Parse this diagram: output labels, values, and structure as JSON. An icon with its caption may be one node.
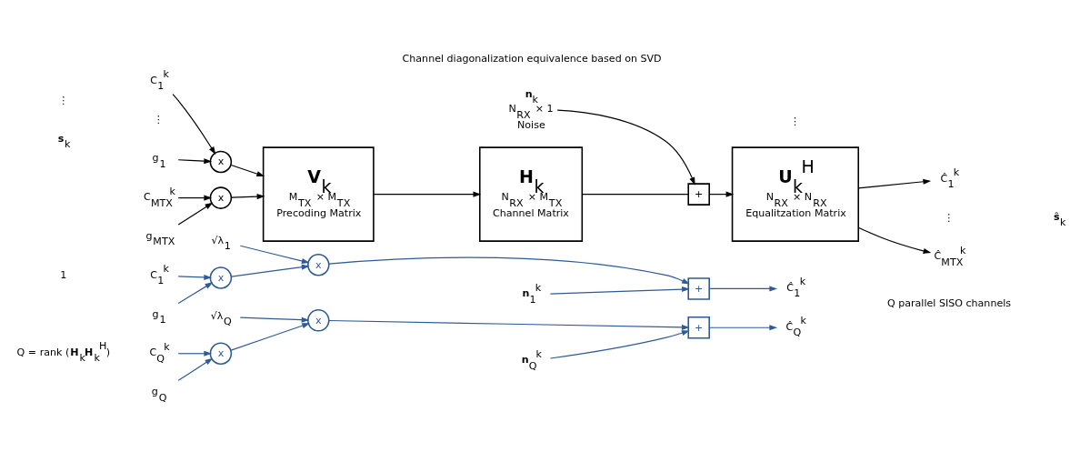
{
  "diagram": {
    "nodes": [
      {
        "text": [
          "C$_{1}$$^{k}$"
        ]
      },
      {
        "text": [
          "x"
        ]
      },
      {
        "text": [
          "g$_{1}$"
        ]
      },
      {
        "text": [
          "C$_{MTX}$$^{k}$"
        ]
      },
      {
        "text": [
          "x"
        ]
      },
      {
        "text": [
          "g$_{MTX}$"
        ]
      },
      {
        "text": [
          "**V**$_{k}$",
          "M$_{TX}$ × M$_{TX}$",
          "Precoding Matrix"
        ]
      },
      {
        "text": [
          "**H**$_{k}$",
          "N$_{RX}$ × M$_{TX}$",
          "Channel Matrix"
        ]
      },
      {
        "text": [
          "+"
        ]
      },
      {
        "text": [
          "**n**$_{k}$",
          "N$_{RX}$ × 1",
          "Noise"
        ]
      },
      {
        "text": [
          "**U**$_{k}$$^{H}$",
          "N$_{RX}$ × N$_{RX}$",
          "Equalitzation Matrix"
        ]
      },
      {
        "text": [
          "Ĉ$_{1}$$^{k}$"
        ]
      },
      {
        "text": [
          "Ĉ$_{MTX}$$^{k}$"
        ]
      },
      {
        "text": [
          "C$_{1}$$^{k}$"
        ]
      },
      {
        "text": [
          "x"
        ]
      },
      {
        "text": [
          "g$_{1}$"
        ]
      },
      {
        "text": [
          "x"
        ]
      },
      {
        "text": [
          "√λ$_{1}$"
        ]
      },
      {
        "text": [
          "+"
        ]
      },
      {
        "text": [
          "**n**$_{1}$$^{k}$"
        ]
      },
      {
        "text": [
          "Ĉ$_{1}$$^{k}$"
        ]
      },
      {
        "text": [
          "C$_{Q}$$^{k}$"
        ]
      },
      {
        "text": [
          "x"
        ]
      },
      {
        "text": [
          "g$_{Q}$"
        ]
      },
      {
        "text": [
          "x"
        ]
      },
      {
        "text": [
          "√λ$_{Q}$"
        ]
      },
      {
        "text": [
          "+"
        ]
      },
      {
        "text": [
          "**n**$_{Q}$$^{k}$"
        ]
      },
      {
        "text": [
          "Ĉ$_{Q}$$^{k}$"
        ]
      }
    ],
    "edges": [
      {
        "from": 0,
        "to": 1,
        "arrow": "to",
        "color": "#000000"
      },
      {
        "from": 2,
        "to": 1,
        "arrow": "to",
        "color": "#000000"
      },
      {
        "from": 1,
        "to": 6,
        "arrow": "to",
        "color": "#000000"
      },
      {
        "from": 3,
        "to": 4,
        "arrow": "to",
        "color": "#000000"
      },
      {
        "from": 5,
        "to": 4,
        "arrow": "to",
        "color": "#000000"
      },
      {
        "from": 4,
        "to": 6,
        "arrow": "to",
        "color": "#000000"
      },
      {
        "from": 6,
        "to": 7,
        "arrow": "to",
        "color": "#000000"
      },
      {
        "from": 7,
        "to": 8,
        "arrow": "none",
        "color": "#000000"
      },
      {
        "from": 9,
        "to": 8,
        "arrow": "to",
        "color": "#000000"
      },
      {
        "from": 8,
        "to": 10,
        "arrow": "to",
        "color": "#000000"
      },
      {
        "from": 10,
        "to": 11,
        "arrow": "to",
        "color": "#000000"
      },
      {
        "from": 10,
        "to": 12,
        "arrow": "to",
        "color": "#000000"
      },
      {
        "from": 13,
        "to": 14,
        "arrow": "to"
      },
      {
        "from": 15,
        "to": 14,
        "arrow": "to"
      },
      {
        "from": 14,
        "to": 16,
        "arrow": "to"
      },
      {
        "from": 17,
        "to": 16,
        "arrow": "to"
      },
      {
        "from": 16,
        "to": 18,
        "arrow": "to"
      },
      {
        "from": 19,
        "to": 18,
        "arrow": "to"
      },
      {
        "from": 18,
        "to": 20,
        "arrow": "to"
      },
      {
        "from": 21,
        "to": 22,
        "arrow": "to"
      },
      {
        "from": 23,
        "to": 22,
        "arrow": "to"
      },
      {
        "from": 22,
        "to": 24,
        "arrow": "to"
      },
      {
        "from": 25,
        "to": 24,
        "arrow": "to"
      },
      {
        "from": 24,
        "to": 26,
        "arrow": "to"
      },
      {
        "from": 27,
        "to": 26,
        "arrow": "to"
      },
      {
        "from": 26,
        "to": 28,
        "arrow": "to"
      }
    ],
    "labels": [
      "**s**$_{k}$",
      "⋮",
      "⋮",
      "**ŝ**$_{k}$",
      "Channel diagonalization equivalence based on SVD",
      "1",
      "⋮",
      "Q = rank (**H**$_{k}$**H**$_{k}$$^{H}$)",
      "⋮",
      "Q parallel SISO channels"
    ]
  }
}
